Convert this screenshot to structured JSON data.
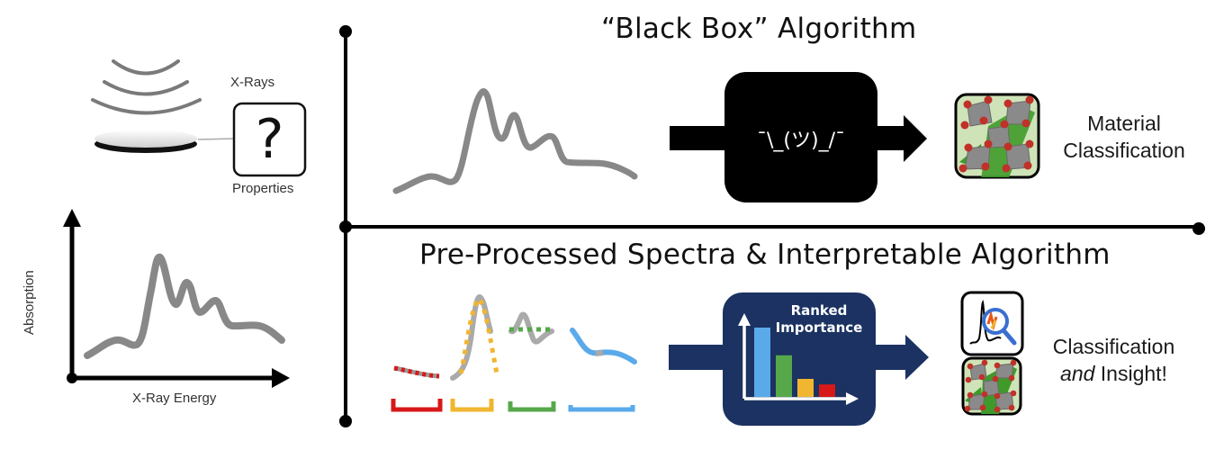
{
  "left_panel": {
    "xrays_label": "X-Rays",
    "properties_label": "Properties",
    "question_mark": "?",
    "plot": {
      "y_axis_label": "Absorption",
      "x_axis_label": "X-Ray Energy"
    }
  },
  "top_section": {
    "title": "“Black Box” Algorithm",
    "box_text": "¯\\_(ツ)_/¯",
    "box_color": "#000000",
    "result_line1": "Material",
    "result_line2": "Classification"
  },
  "bottom_section": {
    "title": "Pre-Processed Spectra & Interpretable Algorithm",
    "box_color": "#1b3262",
    "box_title_line1": "Ranked",
    "box_title_line2": "Importance",
    "importance_bars": [
      {
        "color": "#5aaaea",
        "value": 1.0
      },
      {
        "color": "#56a84a",
        "value": 0.6
      },
      {
        "color": "#f0b630",
        "value": 0.26
      },
      {
        "color": "#d81818",
        "value": 0.18
      }
    ],
    "segment_colors": [
      "#d81818",
      "#f0b630",
      "#56a84a",
      "#5aaaea"
    ],
    "result_line1": "Classification",
    "result_italic": "and",
    "result_line2_rest": " Insight!"
  },
  "colors": {
    "spectrum": "#888888",
    "crystal_bg": "#cfe3b8",
    "crystal_atom": "#c0312a",
    "crystal_poly": "#8a8a8a",
    "crystal_green": "#3f9a2a"
  }
}
